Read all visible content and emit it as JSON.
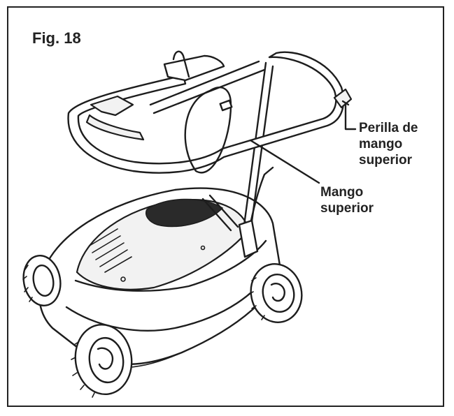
{
  "figure": {
    "title": "Fig. 18"
  },
  "callouts": {
    "knob": [
      "Perilla de",
      "mango",
      "superior"
    ],
    "handle": [
      "Mango",
      "superior"
    ]
  },
  "illustration": {
    "subject": "lawn-mower-icon"
  }
}
